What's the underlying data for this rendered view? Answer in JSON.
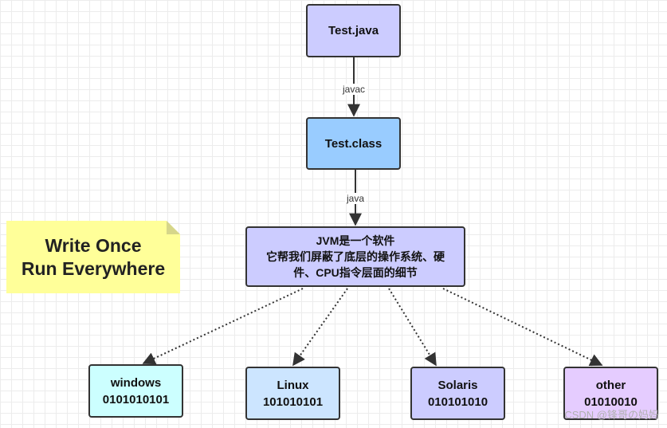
{
  "nodes": {
    "test_java": {
      "label": "Test.java"
    },
    "test_class": {
      "label": "Test.class"
    },
    "jvm": {
      "lines": [
        "JVM是一个软件",
        "它帮我们屏蔽了底层的操作系统、硬",
        "件、CPU指令层面的细节"
      ]
    },
    "windows": {
      "name": "windows",
      "code": "0101010101"
    },
    "linux": {
      "name": "Linux",
      "code": "101010101"
    },
    "solaris": {
      "name": "Solaris",
      "code": "010101010"
    },
    "other": {
      "name": "other",
      "code": "01010010"
    }
  },
  "edges": {
    "javac_label": "javac",
    "java_label": "java"
  },
  "note": {
    "line1": "Write Once",
    "line2": "Run Everywhere"
  },
  "watermark": "CSDN @锋哥の妈妈",
  "colors": {
    "test_java": "#ccccff",
    "test_class": "#99ccff",
    "jvm": "#ccccff",
    "windows": "#ccffff",
    "linux": "#cce5ff",
    "solaris": "#ccccff",
    "other": "#e5ccff",
    "note": "#ffff99",
    "stroke": "#333333"
  }
}
